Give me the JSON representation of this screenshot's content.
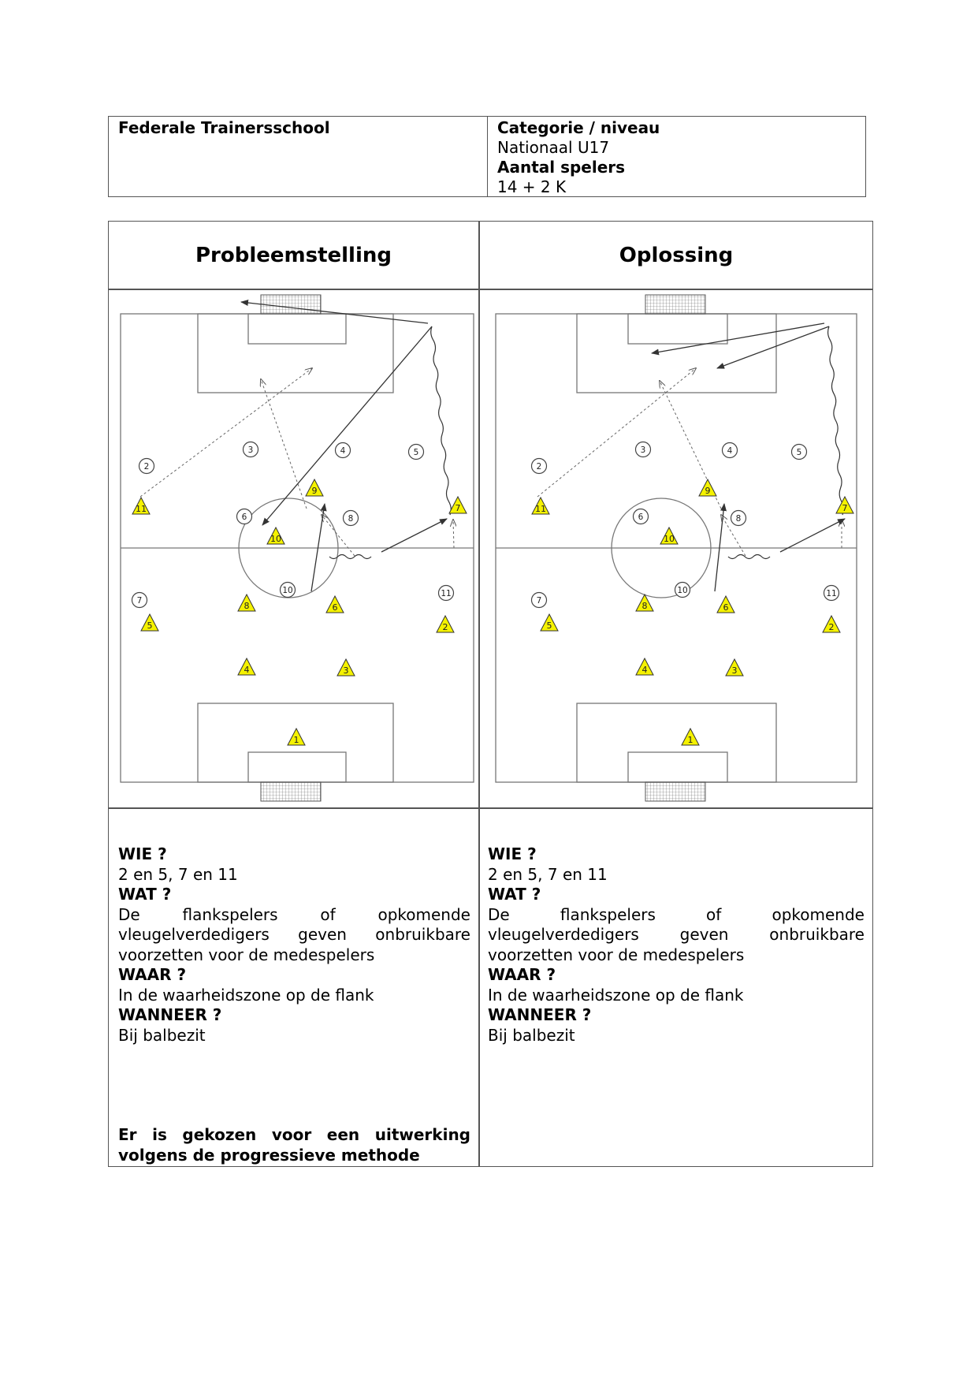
{
  "header": {
    "school": "Federale Trainersschool",
    "category_label": "Categorie / niveau",
    "category_value": "Nationaal U17",
    "players_label": "Aantal spelers",
    "players_value": "14 + 2 K"
  },
  "columns": [
    {
      "title": "Probleemstelling",
      "wie_label": "WIE ?",
      "wie_value": "2 en 5, 7 en 11",
      "wat_label": "WAT ?",
      "wat_line1": [
        "De",
        "flankspelers",
        "of",
        "opkomende"
      ],
      "wat_line2": [
        "vleugelverdedigers",
        "geven",
        "onbruikbare"
      ],
      "wat_line3": "voorzetten voor de medespelers",
      "waar_label": "WAAR ?",
      "waar_value": "In de waarheidszone op de flank",
      "wanneer_label": "WANNEER ?",
      "wanneer_value": "Bij balbezit"
    },
    {
      "title": "Oplossing",
      "wie_label": "WIE ?",
      "wie_value": "2 en 5, 7 en 11",
      "wat_label": "WAT ?",
      "wat_line1": [
        "De",
        "flankspelers",
        "of",
        "opkomende"
      ],
      "wat_line2": [
        "vleugelverdedigers",
        "geven",
        "onbruikbare"
      ],
      "wat_line3": "voorzetten voor de medespelers",
      "waar_label": "WAAR ?",
      "waar_value": "In de waarheidszone op de flank",
      "wanneer_label": "WANNEER ?",
      "wanneer_value": "Bij balbezit"
    }
  ],
  "note": "Er is gekozen voor een uitwerking volgens de progressieve methode",
  "diagram": {
    "colors": {
      "triangle_fill": "#f5f200",
      "line": "#333333",
      "field": "#777777"
    },
    "circle_players": [
      "2",
      "3",
      "4",
      "5",
      "6",
      "8",
      "10",
      "7",
      "11"
    ],
    "triangle_players": [
      "11",
      "9",
      "7",
      "10",
      "5",
      "8",
      "6",
      "2",
      "4",
      "3",
      "1"
    ]
  }
}
